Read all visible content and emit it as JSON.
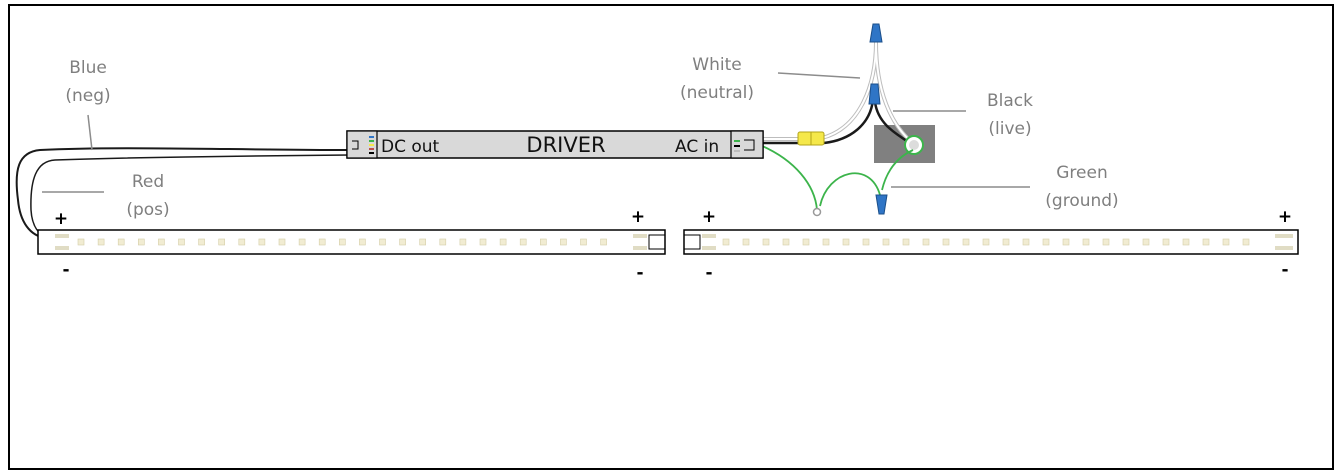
{
  "driver": {
    "title": "DRIVER",
    "dc_out": "DC out",
    "ac_in": "AC in"
  },
  "wire_labels": {
    "blue": [
      "Blue",
      "(neg)"
    ],
    "red": [
      "Red",
      "(pos)"
    ],
    "white": [
      "White",
      "(neutral)"
    ],
    "black": [
      "Black",
      "(live)"
    ],
    "green": [
      "Green",
      "(ground)"
    ]
  },
  "strips": [
    {
      "left_plus": "+",
      "left_minus": "-",
      "right_plus": "+",
      "right_minus": "-"
    },
    {
      "left_plus": "+",
      "left_minus": "-",
      "right_plus": "+",
      "right_minus": "-"
    }
  ],
  "colors": {
    "frame": "#000000",
    "driver_fill": "#d9d9d9",
    "label_text": "#7f7f7f",
    "white_wire": "#c8c8c8",
    "black_wire": "#1a1a1a",
    "green_wire": "#3cb44b",
    "wire_nut": "#2f75c6",
    "connector": "#f5e84a",
    "junction_box": "#808080",
    "led_chip": "#f1ecd2",
    "led_pad": "#e0dcc4"
  }
}
